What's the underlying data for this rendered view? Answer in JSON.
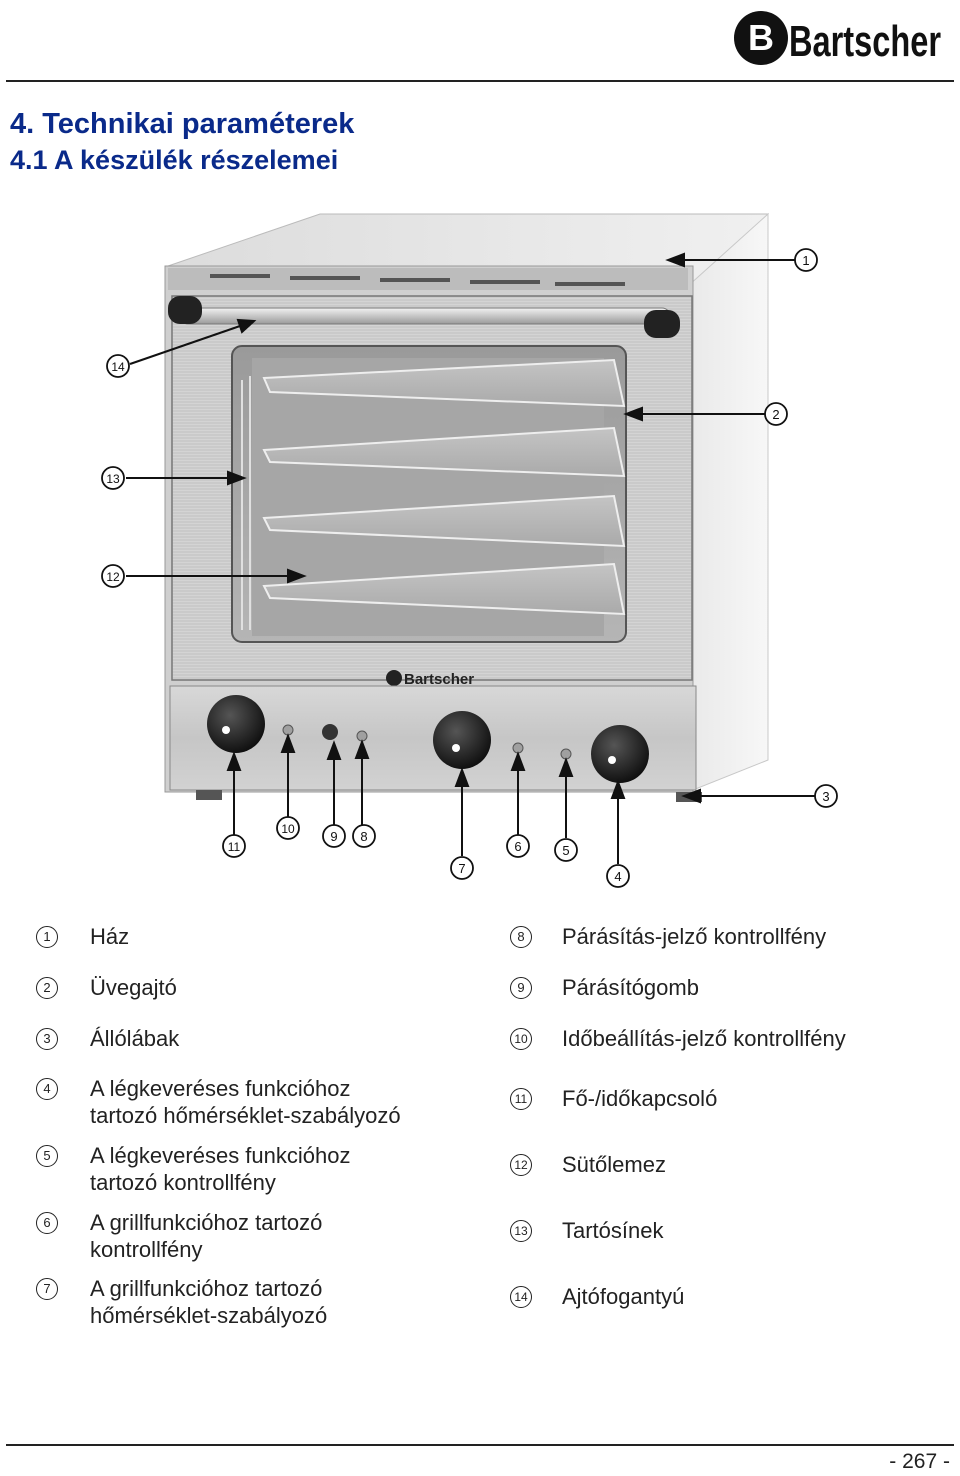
{
  "brand": {
    "logo_text": "Bartscher"
  },
  "section_title": "4. Technikai paraméterek",
  "subsection_title": "4.1 A készülék részelemei",
  "figure": {
    "callouts": [
      "1",
      "2",
      "3",
      "4",
      "5",
      "6",
      "7",
      "8",
      "9",
      "10",
      "11",
      "12",
      "13",
      "14"
    ],
    "door_logo_text": "Bartscher"
  },
  "legend_left": [
    {
      "num": "1",
      "text": [
        "Ház"
      ]
    },
    {
      "num": "2",
      "text": [
        "Üvegajtó"
      ]
    },
    {
      "num": "3",
      "text": [
        "Állólábak"
      ]
    },
    {
      "num": "4",
      "text": [
        "A légkeveréses funkcióhoz",
        "tartozó hőmérséklet-szabályozó"
      ]
    },
    {
      "num": "5",
      "text": [
        "A légkeveréses funkcióhoz",
        "tartozó kontrollfény"
      ]
    },
    {
      "num": "6",
      "text": [
        "A grillfunkcióhoz tartozó",
        "kontrollfény"
      ]
    },
    {
      "num": "7",
      "text": [
        "A grillfunkcióhoz tartozó",
        "hőmérséklet-szabályozó"
      ]
    }
  ],
  "legend_right": [
    {
      "num": "8",
      "text": [
        "Párásítás-jelző kontrollfény"
      ]
    },
    {
      "num": "9",
      "text": [
        "Párásítógomb"
      ]
    },
    {
      "num": "10",
      "text": [
        "Időbeállítás-jelző kontrollfény"
      ]
    },
    {
      "num": "11",
      "text": [
        "Fő-/időkapcsoló"
      ]
    },
    {
      "num": "12",
      "text": [
        "Sütőlemez"
      ]
    },
    {
      "num": "13",
      "text": [
        "Tartósínek"
      ]
    },
    {
      "num": "14",
      "text": [
        "Ajtófogantyú"
      ]
    }
  ],
  "page_number": "- 267 -"
}
